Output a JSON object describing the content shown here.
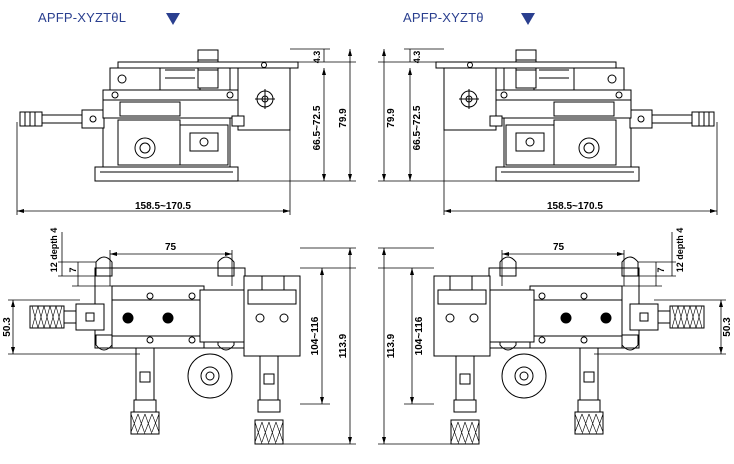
{
  "titles": {
    "left": "APFP-XYZTθL",
    "right": "APFP-XYZTθ"
  },
  "colors": {
    "title": "#2a3f8f",
    "line": "#000000",
    "fill": "#ffffff"
  },
  "icons": {
    "marker": "down-triangle-icon"
  },
  "dimensions": {
    "width_range": "158.5~170.5",
    "height_range": "66.5~72.5",
    "height_total": "79.9",
    "top_offset": "4.3",
    "hole_pitch": "75",
    "tapped_hole": "12 depth 4",
    "edge_offset": "7",
    "knob_height": "50.3",
    "length_range": "104~116",
    "length_total": "113.9"
  }
}
